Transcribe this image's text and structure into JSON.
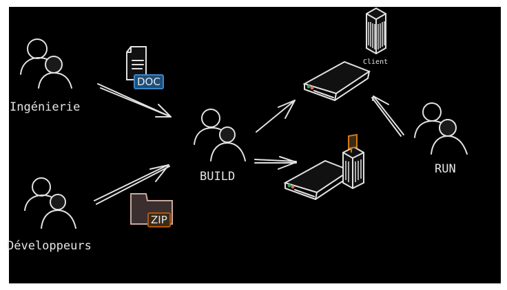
{
  "diagram": {
    "actors": [
      {
        "id": "ingenierie",
        "label": "Ingénierie",
        "icon": "users-icon"
      },
      {
        "id": "developpeurs",
        "label": "Développeurs",
        "icon": "users-icon"
      },
      {
        "id": "build",
        "label": "BUILD",
        "icon": "users-icon"
      },
      {
        "id": "run",
        "label": "RUN",
        "icon": "users-icon"
      }
    ],
    "artifacts": [
      {
        "id": "doc",
        "label": "DOC",
        "icon": "document-icon",
        "color": "#3a86c8"
      },
      {
        "id": "zip",
        "label": "ZIP",
        "icon": "folder-icon",
        "color": "#b0570f"
      }
    ],
    "nodes": [
      {
        "id": "client-server",
        "icon": "server-icon"
      },
      {
        "id": "client-building",
        "label": "Client",
        "icon": "building-icon"
      },
      {
        "id": "internal-server",
        "icon": "server-icon"
      },
      {
        "id": "internal-building",
        "icon": "building-icon",
        "flag_color": "#d07a10"
      }
    ],
    "connections": [
      {
        "from": "ingenierie",
        "to": "build"
      },
      {
        "from": "developpeurs",
        "to": "build"
      },
      {
        "from": "build",
        "to": "client-server"
      },
      {
        "from": "build",
        "to": "internal-server"
      },
      {
        "from": "run",
        "to": "client-server"
      }
    ],
    "colors": {
      "background": "#000000",
      "stroke": "#e2e2e2",
      "led_green": "#3aa655",
      "led_red": "#e06666"
    }
  }
}
